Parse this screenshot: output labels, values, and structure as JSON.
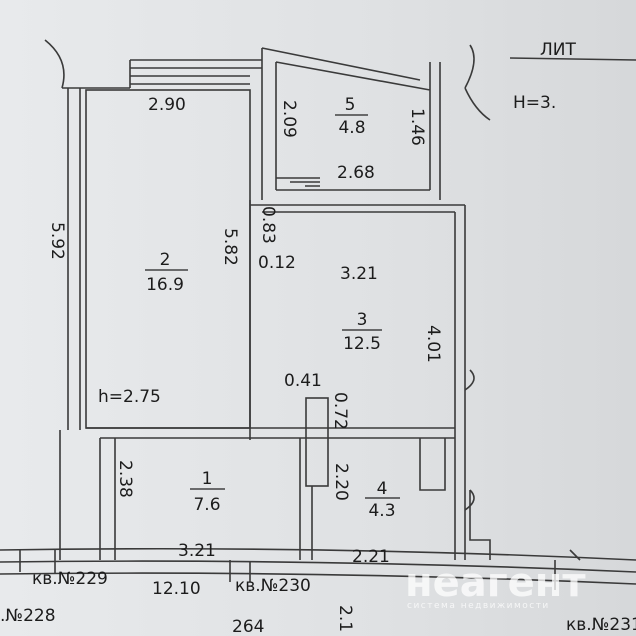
{
  "title": {
    "lit": "ЛИТ",
    "height": "Н=3."
  },
  "rooms": [
    {
      "number": "2",
      "area": "16.9"
    },
    {
      "number": "5",
      "area": "4.8"
    },
    {
      "number": "3",
      "area": "12.5"
    },
    {
      "number": "1",
      "area": "7.6"
    },
    {
      "number": "4",
      "area": "4.3"
    }
  ],
  "dimensions": {
    "d290": "2.90",
    "d209": "2.09",
    "d146": "1.46",
    "d268": "2.68",
    "d083": "0.83",
    "d582": "5.82",
    "d012": "0.12",
    "d592": "5.92",
    "d321a": "3.21",
    "d401": "4.01",
    "h": "h=2.75",
    "d041": "0.41",
    "d072": "0.72",
    "d238": "2.38",
    "d220": "2.20",
    "d321b": "3.21",
    "d221": "2.21",
    "d1210": "12.10",
    "d264": "264",
    "d21": "2.1"
  },
  "apartments": {
    "a229": "кв.№229",
    "a230": "кв.№230",
    "a231": "кв.№231",
    "a228": ".№228"
  },
  "watermark": {
    "brand": "неагент",
    "tagline": "система недвижимости"
  }
}
